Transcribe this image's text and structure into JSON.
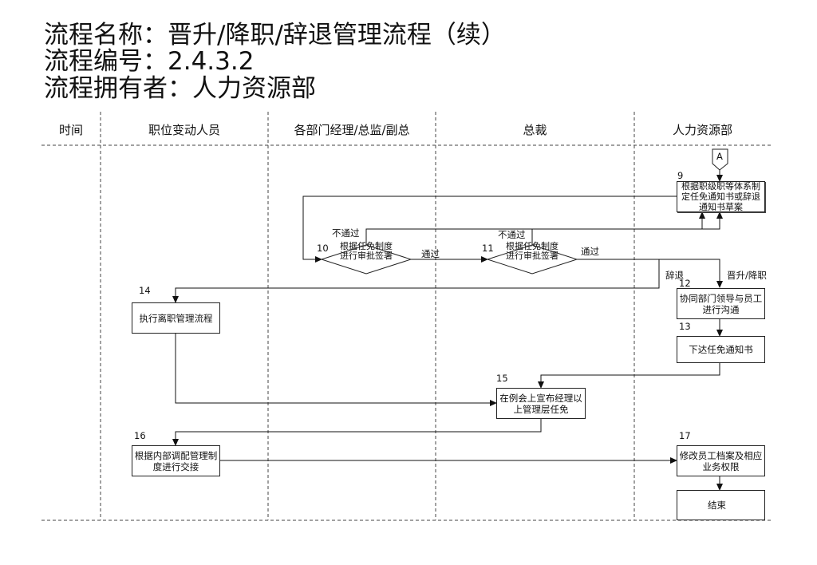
{
  "header": {
    "title_line1": "流程名称：晋升/降职/辞退管理流程（续）",
    "title_line2": "流程编号：2.4.3.2",
    "title_line3": "流程拥有者：人力资源部"
  },
  "lanes": [
    "时间",
    "职位变动人员",
    "各部门经理/总监/副总",
    "总裁",
    "人力资源部"
  ],
  "connector": {
    "label": "A"
  },
  "steps": {
    "s9": {
      "num": "9",
      "text": "根据职级职等体系制定任免通知书或辞退通知书草案"
    },
    "s10": {
      "num": "10",
      "text": "根据任免制度进行审批签署"
    },
    "s11": {
      "num": "11",
      "text": "根据任免制度进行审批签署"
    },
    "s12": {
      "num": "12",
      "text": "协同部门领导与员工进行沟通"
    },
    "s13": {
      "num": "13",
      "text": "下达任免通知书"
    },
    "s14": {
      "num": "14",
      "text": "执行离职管理流程"
    },
    "s15": {
      "num": "15",
      "text": "在例会上宣布经理以上管理层任免"
    },
    "s16": {
      "num": "16",
      "text": "根据内部调配管理制度进行交接"
    },
    "s17": {
      "num": "17",
      "text": "修改员工档案及相应业务权限"
    },
    "end": {
      "text": "结束"
    }
  },
  "edge_labels": {
    "fail10": "不通过",
    "pass10": "通过",
    "fail11": "不通过",
    "pass11": "通过",
    "dismiss": "辞退",
    "promote": "晋升/降职"
  }
}
